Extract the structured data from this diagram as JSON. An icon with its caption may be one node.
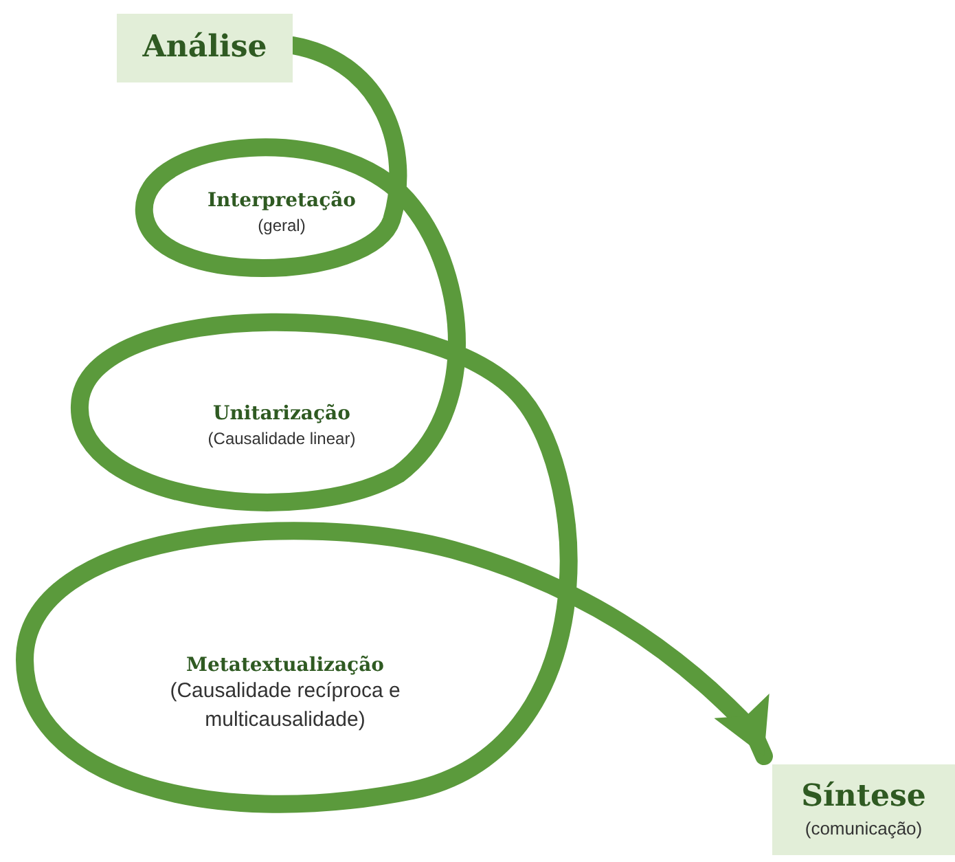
{
  "diagram": {
    "nodes": [
      {
        "text": [
          "Análise"
        ]
      },
      {
        "text": [
          "Interpretação",
          "(geral)"
        ]
      },
      {
        "text": [
          "Unitarização",
          "(Causalidade linear)"
        ]
      },
      {
        "text": [
          "Metatextualização",
          "(Causalidade recíproca e multicausalidade)"
        ]
      },
      {
        "text": [
          "Síntese",
          "(comunicação)"
        ]
      }
    ],
    "edges": [
      {
        "from": 0,
        "to": 4,
        "arrow": "to"
      }
    ]
  }
}
